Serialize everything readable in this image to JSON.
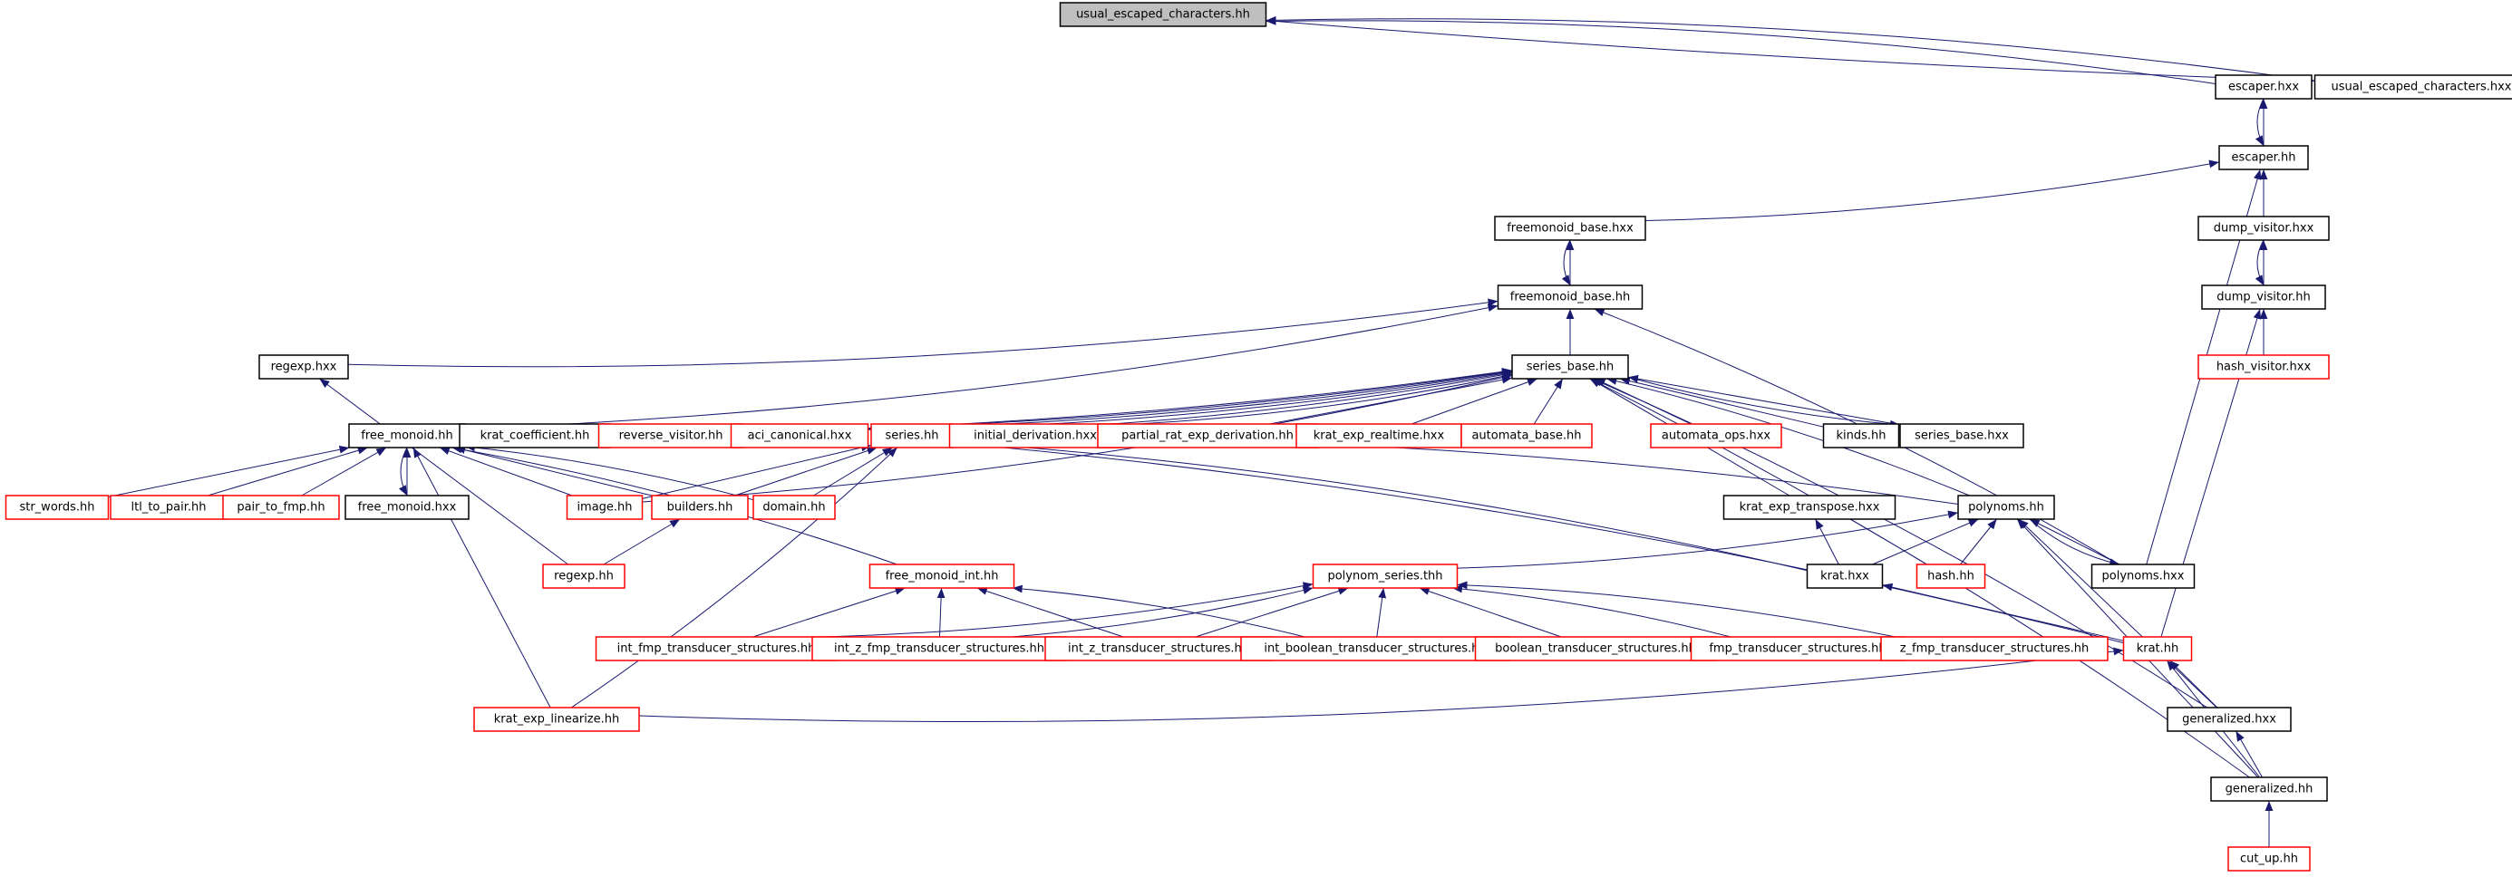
{
  "nodes": [
    {
      "id": "usual_cur",
      "label": "usual_escaped_characters.hh",
      "style": "current"
    },
    {
      "id": "escaper_hxx",
      "label": "escaper.hxx",
      "style": "black"
    },
    {
      "id": "usual_hxx",
      "label": "usual_escaped_characters.hxx",
      "style": "black"
    },
    {
      "id": "escaper_hh",
      "label": "escaper.hh",
      "style": "black"
    },
    {
      "id": "fm_base_hxx",
      "label": "freemonoid_base.hxx",
      "style": "black"
    },
    {
      "id": "dump_hxx",
      "label": "dump_visitor.hxx",
      "style": "black"
    },
    {
      "id": "fm_base_hh",
      "label": "freemonoid_base.hh",
      "style": "black"
    },
    {
      "id": "dump_hh",
      "label": "dump_visitor.hh",
      "style": "black"
    },
    {
      "id": "regexp_hxx",
      "label": "regexp.hxx",
      "style": "black"
    },
    {
      "id": "series_base",
      "label": "series_base.hh",
      "style": "black"
    },
    {
      "id": "hash_visitor",
      "label": "hash_visitor.hxx",
      "style": "red"
    },
    {
      "id": "free_monoid",
      "label": "free_monoid.hh",
      "style": "black"
    },
    {
      "id": "krat_coef",
      "label": "krat_coefficient.hh",
      "style": "black"
    },
    {
      "id": "reverse_vis",
      "label": "reverse_visitor.hh",
      "style": "red"
    },
    {
      "id": "aci",
      "label": "aci_canonical.hxx",
      "style": "red"
    },
    {
      "id": "series_hh",
      "label": "series.hh",
      "style": "red"
    },
    {
      "id": "init_der",
      "label": "initial_derivation.hxx",
      "style": "red"
    },
    {
      "id": "partial",
      "label": "partial_rat_exp_derivation.hh",
      "style": "red"
    },
    {
      "id": "krat_rt",
      "label": "krat_exp_realtime.hxx",
      "style": "red"
    },
    {
      "id": "automata_b",
      "label": "automata_base.hh",
      "style": "red"
    },
    {
      "id": "automata_o",
      "label": "automata_ops.hxx",
      "style": "red"
    },
    {
      "id": "kinds",
      "label": "kinds.hh",
      "style": "black"
    },
    {
      "id": "series_b_hxx",
      "label": "series_base.hxx",
      "style": "black"
    },
    {
      "id": "str_words",
      "label": "str_words.hh",
      "style": "red"
    },
    {
      "id": "ltl",
      "label": "ltl_to_pair.hh",
      "style": "red"
    },
    {
      "id": "pair_fmp",
      "label": "pair_to_fmp.hh",
      "style": "red"
    },
    {
      "id": "fm_hxx",
      "label": "free_monoid.hxx",
      "style": "black"
    },
    {
      "id": "image",
      "label": "image.hh",
      "style": "red"
    },
    {
      "id": "builders",
      "label": "builders.hh",
      "style": "red"
    },
    {
      "id": "domain",
      "label": "domain.hh",
      "style": "red"
    },
    {
      "id": "krat_transp",
      "label": "krat_exp_transpose.hxx",
      "style": "black"
    },
    {
      "id": "polynoms_hh",
      "label": "polynoms.hh",
      "style": "black"
    },
    {
      "id": "regexp_hh",
      "label": "regexp.hh",
      "style": "red"
    },
    {
      "id": "fm_int",
      "label": "free_monoid_int.hh",
      "style": "red"
    },
    {
      "id": "poly_series",
      "label": "polynom_series.thh",
      "style": "red"
    },
    {
      "id": "krat_hxx",
      "label": "krat.hxx",
      "style": "black"
    },
    {
      "id": "hash_hh",
      "label": "hash.hh",
      "style": "red"
    },
    {
      "id": "polynoms_hxx",
      "label": "polynoms.hxx",
      "style": "black"
    },
    {
      "id": "int_fmp",
      "label": "int_fmp_transducer_structures.hh",
      "style": "red"
    },
    {
      "id": "int_z_fmp",
      "label": "int_z_fmp_transducer_structures.hh",
      "style": "red"
    },
    {
      "id": "int_z",
      "label": "int_z_transducer_structures.hh",
      "style": "red"
    },
    {
      "id": "int_bool",
      "label": "int_boolean_transducer_structures.hh",
      "style": "red"
    },
    {
      "id": "bool_ts",
      "label": "boolean_transducer_structures.hh",
      "style": "red"
    },
    {
      "id": "fmp_ts",
      "label": "fmp_transducer_structures.hh",
      "style": "red"
    },
    {
      "id": "z_fmp_ts",
      "label": "z_fmp_transducer_structures.hh",
      "style": "red"
    },
    {
      "id": "krat_hh",
      "label": "krat.hh",
      "style": "red"
    },
    {
      "id": "krat_lin",
      "label": "krat_exp_linearize.hh",
      "style": "red"
    },
    {
      "id": "gen_hxx",
      "label": "generalized.hxx",
      "style": "black"
    },
    {
      "id": "gen_hh",
      "label": "generalized.hh",
      "style": "black"
    },
    {
      "id": "cut_up",
      "label": "cut_up.hh",
      "style": "red"
    }
  ],
  "edges": [
    [
      "escaper_hxx",
      "usual_cur"
    ],
    [
      "usual_hxx",
      "usual_cur"
    ],
    [
      "usual_cur",
      "usual_hxx"
    ],
    [
      "escaper_hh",
      "escaper_hxx"
    ],
    [
      "escaper_hxx",
      "escaper_hh"
    ],
    [
      "fm_base_hxx",
      "escaper_hh"
    ],
    [
      "dump_hxx",
      "escaper_hh"
    ],
    [
      "polynoms_hxx",
      "escaper_hh"
    ],
    [
      "fm_base_hh",
      "fm_base_hxx"
    ],
    [
      "fm_base_hxx",
      "fm_base_hh"
    ],
    [
      "dump_hh",
      "dump_hxx"
    ],
    [
      "dump_hxx",
      "dump_hh"
    ],
    [
      "regexp_hxx",
      "fm_base_hh"
    ],
    [
      "series_base",
      "fm_base_hh"
    ],
    [
      "free_monoid",
      "fm_base_hh"
    ],
    [
      "polynoms_hxx",
      "fm_base_hh"
    ],
    [
      "hash_visitor",
      "dump_hh"
    ],
    [
      "krat_hh",
      "dump_hh"
    ],
    [
      "regexp_hh",
      "regexp_hxx"
    ],
    [
      "free_monoid",
      "series_base"
    ],
    [
      "krat_coef",
      "series_base"
    ],
    [
      "reverse_vis",
      "series_base"
    ],
    [
      "aci",
      "series_base"
    ],
    [
      "series_hh",
      "series_base"
    ],
    [
      "init_der",
      "series_base"
    ],
    [
      "partial",
      "series_base"
    ],
    [
      "krat_rt",
      "series_base"
    ],
    [
      "automata_b",
      "series_base"
    ],
    [
      "automata_o",
      "series_base"
    ],
    [
      "kinds",
      "series_base"
    ],
    [
      "series_b_hxx",
      "series_base"
    ],
    [
      "series_base",
      "series_b_hxx"
    ],
    [
      "krat_transp",
      "series_base"
    ],
    [
      "image",
      "series_base"
    ],
    [
      "gen_hxx",
      "series_base"
    ],
    [
      "gen_hh",
      "series_base"
    ],
    [
      "polynoms_hh",
      "series_base"
    ],
    [
      "str_words",
      "free_monoid"
    ],
    [
      "ltl",
      "free_monoid"
    ],
    [
      "pair_fmp",
      "free_monoid"
    ],
    [
      "fm_hxx",
      "free_monoid"
    ],
    [
      "free_monoid",
      "fm_hxx"
    ],
    [
      "image",
      "free_monoid"
    ],
    [
      "builders",
      "free_monoid"
    ],
    [
      "domain",
      "free_monoid"
    ],
    [
      "fm_int",
      "free_monoid"
    ],
    [
      "krat_lin",
      "free_monoid"
    ],
    [
      "image",
      "series_hh"
    ],
    [
      "builders",
      "series_hh"
    ],
    [
      "domain",
      "series_hh"
    ],
    [
      "krat_lin",
      "series_hh"
    ],
    [
      "polynoms_hh",
      "series_hh"
    ],
    [
      "krat_hxx",
      "series_hh"
    ],
    [
      "krat_hh",
      "series_hh"
    ],
    [
      "regexp_hh",
      "builders"
    ],
    [
      "krat_hxx",
      "krat_transp"
    ],
    [
      "poly_series",
      "polynoms_hh"
    ],
    [
      "krat_hxx",
      "polynoms_hh"
    ],
    [
      "hash_hh",
      "polynoms_hh"
    ],
    [
      "polynoms_hxx",
      "polynoms_hh"
    ],
    [
      "polynoms_hh",
      "polynoms_hxx"
    ],
    [
      "gen_hxx",
      "polynoms_hh"
    ],
    [
      "gen_hh",
      "polynoms_hh"
    ],
    [
      "int_fmp",
      "fm_int"
    ],
    [
      "int_z_fmp",
      "fm_int"
    ],
    [
      "int_z",
      "fm_int"
    ],
    [
      "int_bool",
      "fm_int"
    ],
    [
      "int_fmp",
      "poly_series"
    ],
    [
      "int_z_fmp",
      "poly_series"
    ],
    [
      "int_z",
      "poly_series"
    ],
    [
      "int_bool",
      "poly_series"
    ],
    [
      "bool_ts",
      "poly_series"
    ],
    [
      "fmp_ts",
      "poly_series"
    ],
    [
      "z_fmp_ts",
      "poly_series"
    ],
    [
      "krat_hh",
      "krat_hxx"
    ],
    [
      "krat_lin",
      "krat_hh"
    ],
    [
      "gen_hxx",
      "krat_hh"
    ],
    [
      "gen_hh",
      "krat_hh"
    ],
    [
      "gen_hh",
      "gen_hxx"
    ],
    [
      "cut_up",
      "gen_hh"
    ]
  ]
}
